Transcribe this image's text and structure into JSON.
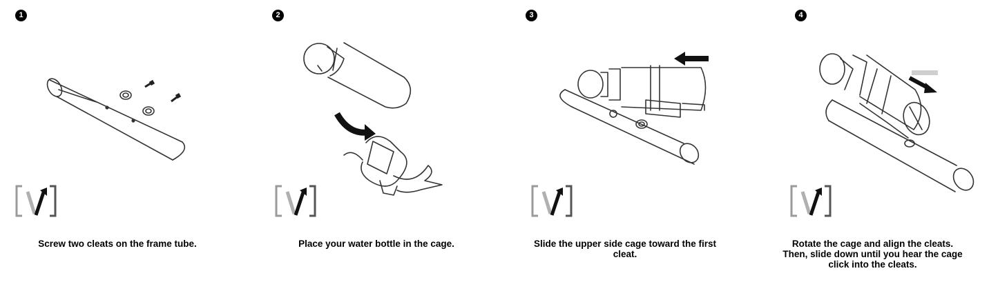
{
  "steps": [
    {
      "number": "1",
      "caption_lines": [
        "Screw two cleats on the frame tube."
      ]
    },
    {
      "number": "2",
      "caption_lines": [
        "Place your water bottle in the cage."
      ]
    },
    {
      "number": "3",
      "caption_lines": [
        "Slide the upper side cage toward the first",
        "cleat."
      ]
    },
    {
      "number": "4",
      "caption_lines": [
        "Rotate the cage and align the cleats.",
        "Then, slide down until you hear the cage",
        "click into the cleats."
      ]
    }
  ],
  "icons": [
    "brand-logo-icon",
    "screw-icon",
    "arrow-icon"
  ],
  "colors": {
    "ink": "#000000",
    "line": "#333333",
    "logo_gray": "#9a9a9a"
  }
}
